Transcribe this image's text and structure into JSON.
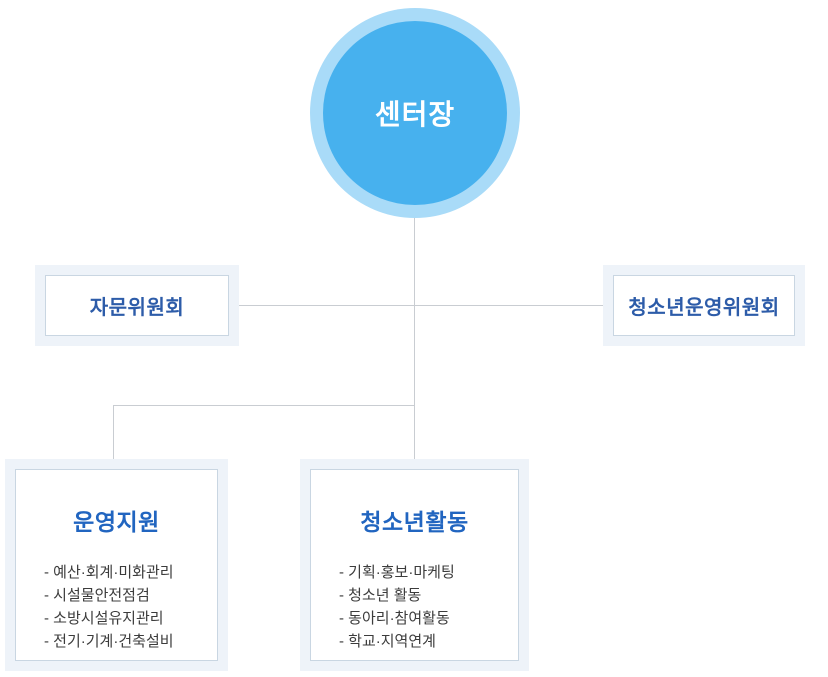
{
  "org": {
    "root_label": "센터장",
    "committees": [
      {
        "label": "자문위원회"
      },
      {
        "label": "청소년운영위원회"
      }
    ],
    "departments": [
      {
        "title": "운영지원",
        "items": [
          "- 예산·회계·미화관리",
          "- 시설물안전점검",
          "- 소방시설유지관리",
          "- 전기·기계·건축설비"
        ]
      },
      {
        "title": "청소년활동",
        "items": [
          "- 기획·홍보·마케팅",
          "- 청소년 활동",
          "- 동아리·참여활동",
          "- 학교·지역연계"
        ]
      }
    ]
  },
  "colors": {
    "director_fill": "#47b1ee",
    "director_ring": "#a9dbf8",
    "director_text": "#ffffff",
    "committee_text": "#2d5ca9",
    "dept_title_text": "#2165c0",
    "list_text": "#3c3c3c",
    "panel_bg": "#eef3f9",
    "panel_border": "#c9d6e2",
    "connector": "#c9cdd2"
  }
}
